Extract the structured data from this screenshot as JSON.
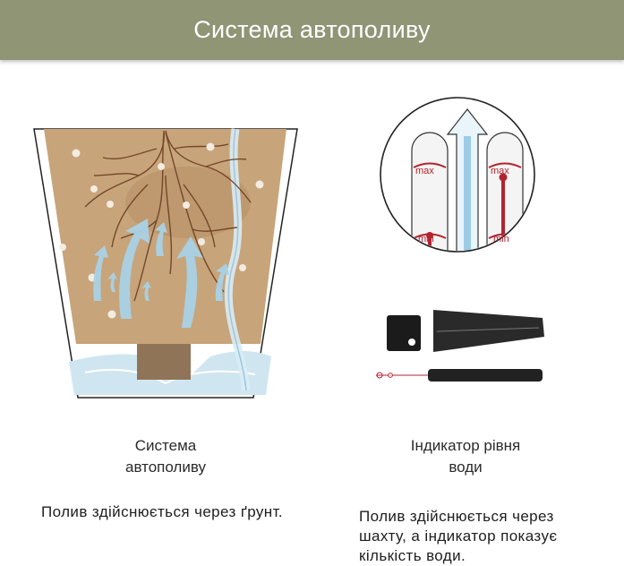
{
  "header": {
    "title": "Система автополиву"
  },
  "left": {
    "caption": "Система\nавтополиву",
    "description": "Полив здійснюється через ґрунт."
  },
  "right": {
    "caption": "Індикатор рівня\nводи",
    "description": "Полив здійснюється через шахту, а індикатор показує кількість води.",
    "gauge_labels": {
      "max": "max",
      "min": "min"
    }
  },
  "colors": {
    "header_bg": "#8f9575",
    "soil": "#c8a47a",
    "water": "#cfe6f1",
    "arrow": "#a9d2e6",
    "indicator_red": "#b3232f"
  }
}
